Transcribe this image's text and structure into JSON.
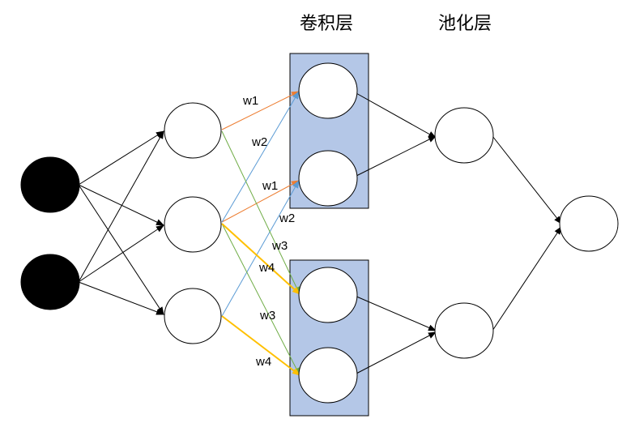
{
  "headers": {
    "conv_layer": "卷积层",
    "pool_layer": "池化层"
  },
  "weights": {
    "w1_upper": "w1",
    "w2_upper": "w2",
    "w1_lower": "w1",
    "w2_lower": "w2",
    "w3_upper": "w3",
    "w4_upper": "w4",
    "w3_lower": "w3",
    "w4_lower": "w4"
  },
  "colors": {
    "input_node": "#000000",
    "node_fill": "#ffffff",
    "node_stroke": "#000000",
    "conv_box_fill": "#b4c7e7",
    "edge_black": "#000000",
    "edge_w1": "#ed7d31",
    "edge_w2": "#5b9bd5",
    "edge_w3": "#70ad47",
    "edge_w4": "#ffc000"
  }
}
